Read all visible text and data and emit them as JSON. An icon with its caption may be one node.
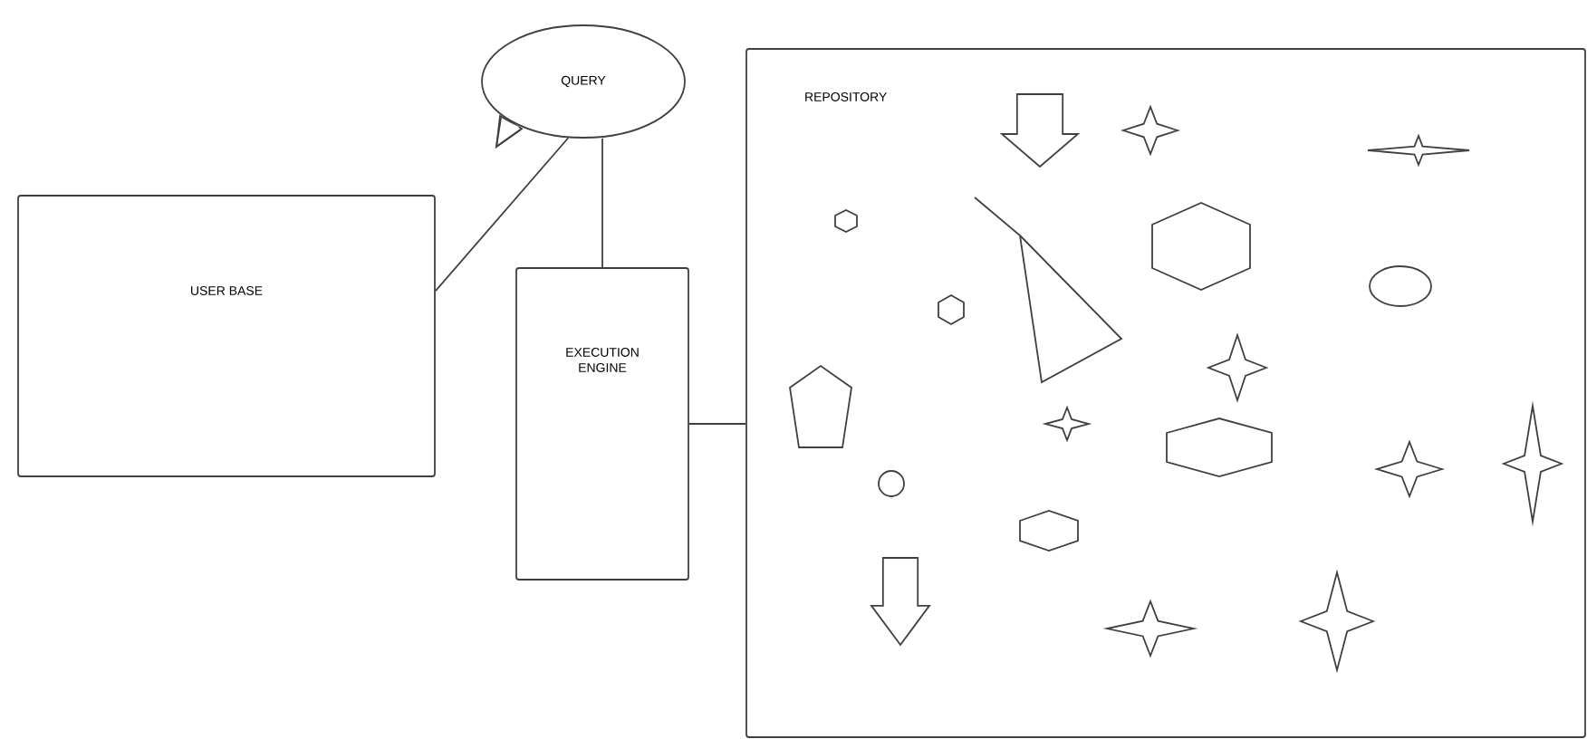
{
  "diagram": {
    "nodes": [
      {
        "text": [
          "QUERY"
        ]
      },
      {
        "text": [
          "USER BASE"
        ]
      },
      {
        "text": [
          "EXECUTION ENGINE"
        ]
      },
      {
        "text": [
          "REPOSITORY"
        ]
      }
    ],
    "edges": [
      {
        "from": 1,
        "to": 0,
        "arrow": "none"
      },
      {
        "from": 0,
        "to": 2,
        "arrow": "none"
      },
      {
        "from": 2,
        "to": 3,
        "arrow": "none"
      }
    ]
  }
}
